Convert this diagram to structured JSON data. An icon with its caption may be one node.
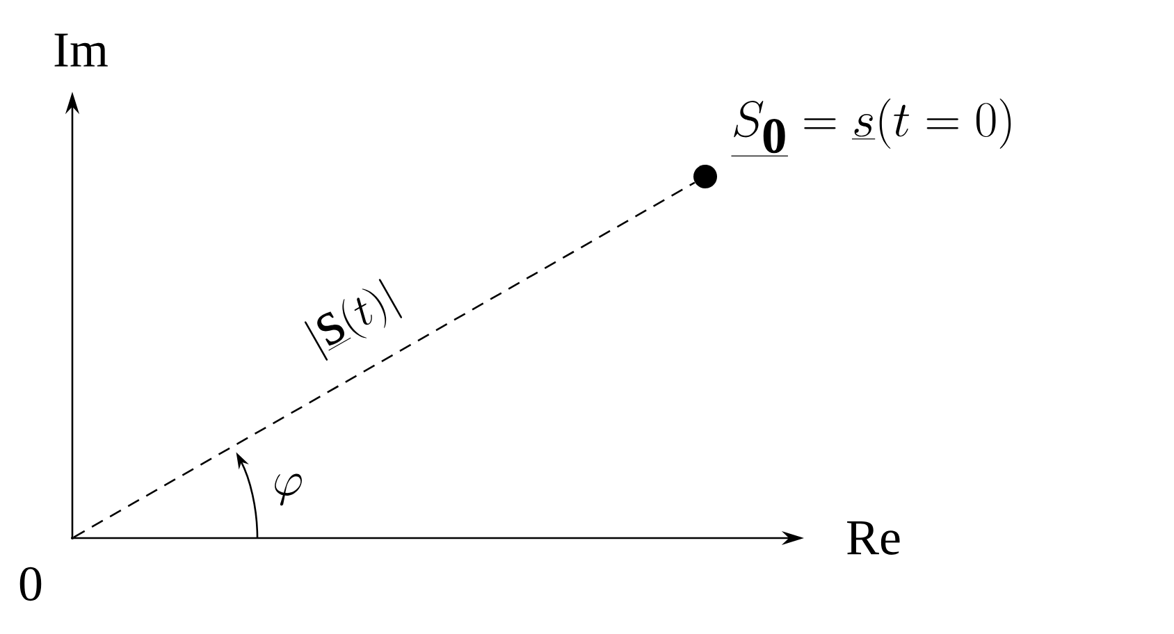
{
  "diagram": {
    "nodes": [
      {
        "text": [],
        "shape": "point",
        "beside": [
          "0"
        ]
      },
      {
        "text": [],
        "shape": "circle",
        "beside": [
          "\\underline{S_{\\mathbf{0}}} = \\underline{s}(t=0)"
        ]
      }
    ],
    "edges": [
      {
        "from": 0,
        "to": 1,
        "arrow": "none",
        "style": "dashed",
        "label": "\\left|\\underline{\\mathrm{s}}(t)\\right|"
      }
    ],
    "labels": [
      "Im",
      "Re",
      "\\varphi"
    ]
  }
}
